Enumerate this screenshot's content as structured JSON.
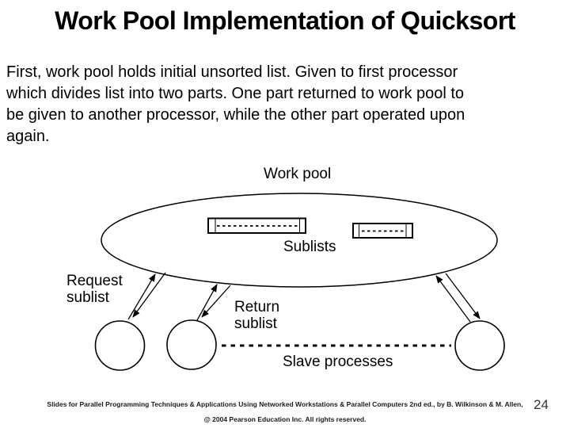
{
  "slide": {
    "title": "Work Pool Implementation of Quicksort",
    "body_lines": [
      "First, work pool holds initial unsorted list. Given to first processor",
      "which divides list into two parts. One part returned to work pool to",
      "be given to another processor, while the other part operated upon",
      "again."
    ],
    "diagram": {
      "work_pool_label": "Work pool",
      "sublists_label": "Sublists",
      "request_label_line1": "Request",
      "request_label_line2": "sublist",
      "return_label_line1": "Return",
      "return_label_line2": "sublist",
      "slave_processes_label": "Slave processes"
    },
    "footer": {
      "line1": "Slides for Parallel Programming Techniques & Applications Using Networked Workstations & Parallel Computers 2nd ed., by B. Wilkinson & M. Allen,",
      "line2": "@ 2004 Pearson Education Inc. All rights reserved.",
      "page_number": "24"
    },
    "colors": {
      "background": "#ffffff",
      "ink": "#000000"
    }
  }
}
